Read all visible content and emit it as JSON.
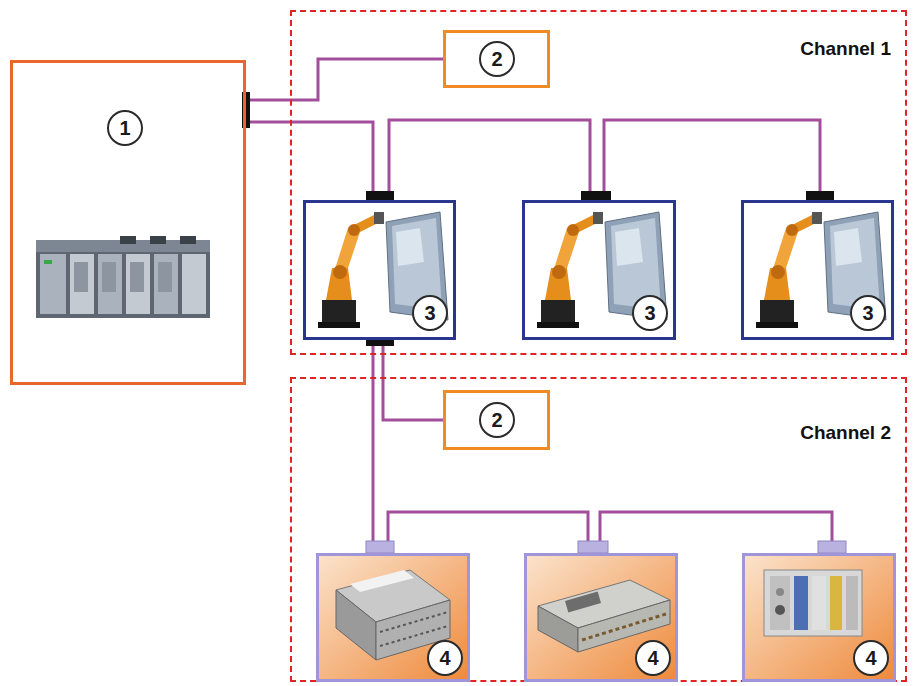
{
  "diagram": {
    "nodes": [
      {
        "text": [
          "1"
        ]
      },
      {
        "text": [
          "Channel 1"
        ]
      },
      {
        "text": [
          "2"
        ],
        "in": 1
      },
      {
        "text": [
          "3"
        ],
        "in": 1
      },
      {
        "text": [
          "3"
        ],
        "in": 1
      },
      {
        "text": [
          "3"
        ],
        "in": 1
      },
      {
        "text": [
          "Channel 2"
        ]
      },
      {
        "text": [
          "2"
        ],
        "in": 6
      },
      {
        "text": [
          "4"
        ],
        "in": 6
      },
      {
        "text": [
          "4"
        ],
        "in": 6
      },
      {
        "text": [
          "4"
        ],
        "in": 6
      }
    ],
    "edges": [
      {
        "from": 0,
        "to": 2,
        "arrow": "none"
      },
      {
        "from": 0,
        "to": 3,
        "arrow": "none"
      },
      {
        "from": 3,
        "to": 4,
        "arrow": "none"
      },
      {
        "from": 4,
        "to": 5,
        "arrow": "none"
      },
      {
        "from": 3,
        "to": 7,
        "arrow": "none"
      },
      {
        "from": 3,
        "to": 8,
        "arrow": "none"
      },
      {
        "from": 8,
        "to": 9,
        "arrow": "none"
      },
      {
        "from": 9,
        "to": 10,
        "arrow": "none"
      }
    ]
  }
}
